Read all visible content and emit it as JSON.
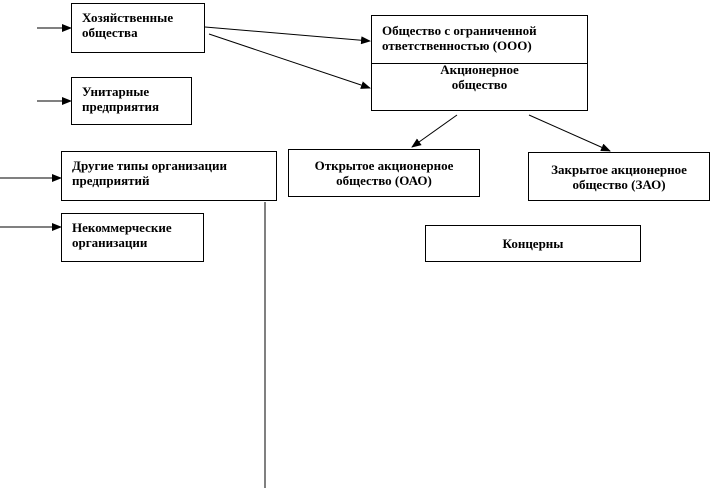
{
  "boxes": {
    "economic": "Хозяйственные общества",
    "unitary": "Унитарные предприятия",
    "other_types": "Другие типы организации предприятий",
    "noncommercial": "Некоммерческие организации",
    "llc": "Общество с ограниченной ответственностью (ООО)",
    "jsc": "Акционерное общество",
    "open_jsc": "Открытое акционерное общество (ОАО)",
    "closed_jsc": "Закрытое акционерное общество (ЗАО)",
    "concerns": "Концерны"
  }
}
